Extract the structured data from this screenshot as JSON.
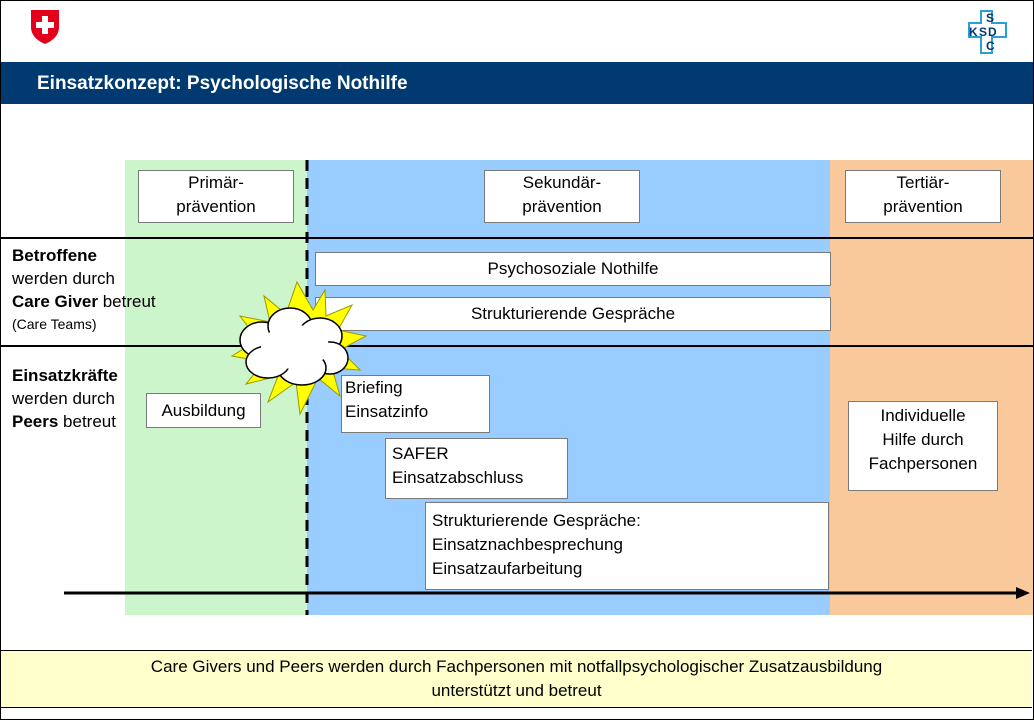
{
  "header": {
    "title": "Einsatzkonzept: Psychologische Nothilfe",
    "left_logo": "swiss-cross-shield-icon",
    "right_logo": "ksd-logo-icon",
    "right_logo_letters": [
      "S",
      "K",
      "S",
      "D",
      "C"
    ]
  },
  "colors": {
    "title_bar": "#003a70",
    "primary_zone": "#ccf5cc",
    "secondary_zone": "#99ccff",
    "tertiary_zone": "#fac99b",
    "footer": "#ffffcc",
    "shield": "#e3001b"
  },
  "phases": [
    {
      "line1": "Primär-",
      "line2": "prävention"
    },
    {
      "line1": "Sekundär-",
      "line2": "prävention"
    },
    {
      "line1": "Tertiär-",
      "line2": "prävention"
    }
  ],
  "rows": {
    "affected": {
      "bold": "Betroffene",
      "line2": "werden durch",
      "line3_bold": "Care Giver",
      "line3_rest": " betreut",
      "line4": "(Care Teams)"
    },
    "responders": {
      "bold": "Einsatzkräfte",
      "line2": "werden durch",
      "line3_bold": "Peers",
      "line3_rest": " betreut"
    }
  },
  "boxes": {
    "psychosoziale": "Psychosoziale Nothilfe",
    "strukturierende_top": "Strukturierende Gespräche",
    "ausbildung": "Ausbildung",
    "briefing": [
      "Briefing",
      "Einsatzinfo"
    ],
    "safer": [
      "SAFER",
      "Einsatzabschluss"
    ],
    "strukturierende_bottom": [
      "Strukturierende Gespräche:",
      "Einsatznachbesprechung",
      "Einsatzaufarbeitung"
    ],
    "individuelle": [
      "Individuelle",
      "Hilfe durch",
      "Fachpersonen"
    ]
  },
  "footer": {
    "line1": "Care Givers und Peers werden durch Fachpersonen mit notfallpsychologischer Zusatzausbildung",
    "line2": "unterstützt und betreut"
  }
}
